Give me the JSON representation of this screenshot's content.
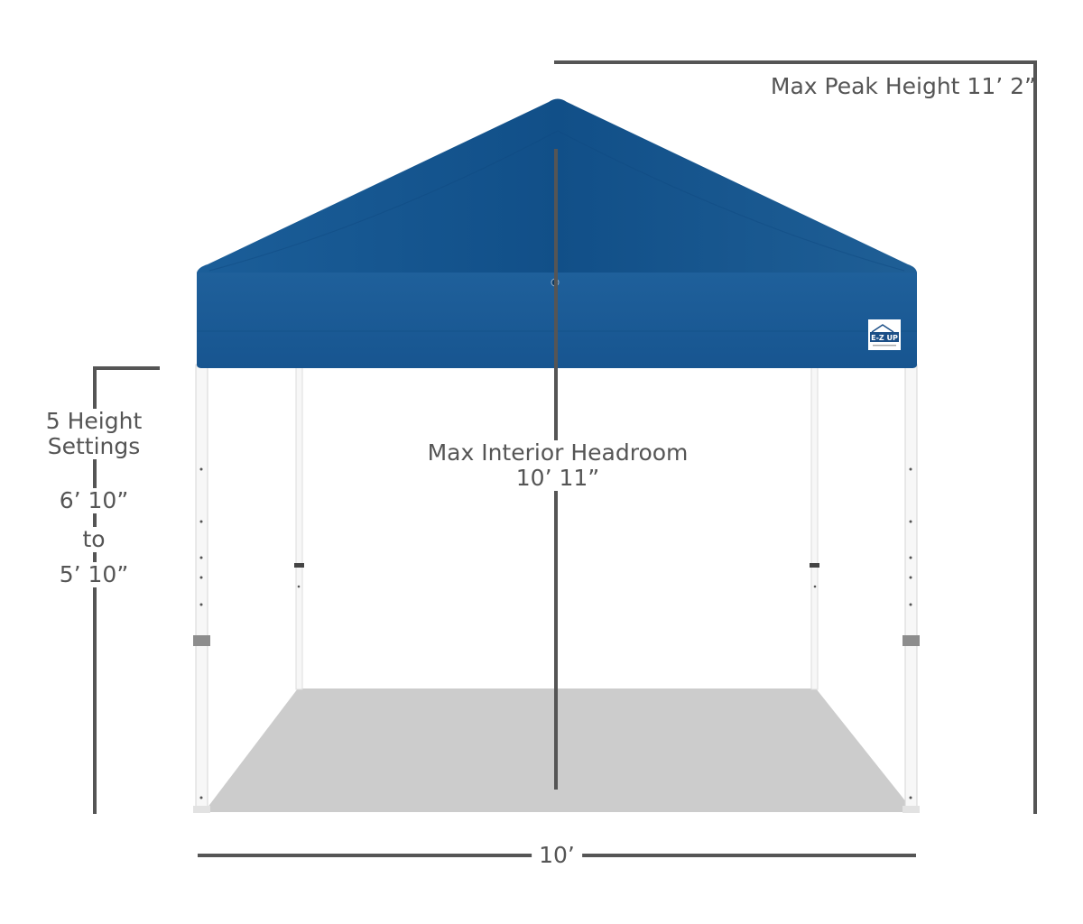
{
  "labels": {
    "peak_height": "Max Peak Height 11’ 2”",
    "headroom_line1": "Max Interior Headroom",
    "headroom_line2": "10’ 11”",
    "settings_line1": "5 Height",
    "settings_line2": "Settings",
    "range_max": "6’ 10”",
    "range_to": "to",
    "range_min": "5’ 10”",
    "width": "10’"
  },
  "brand": {
    "logo_text": "E-Z UP"
  },
  "colors": {
    "canopy": "#175893",
    "frame": "#f4f4f4",
    "floor": "#cccccc",
    "dimension_line": "#555555"
  }
}
